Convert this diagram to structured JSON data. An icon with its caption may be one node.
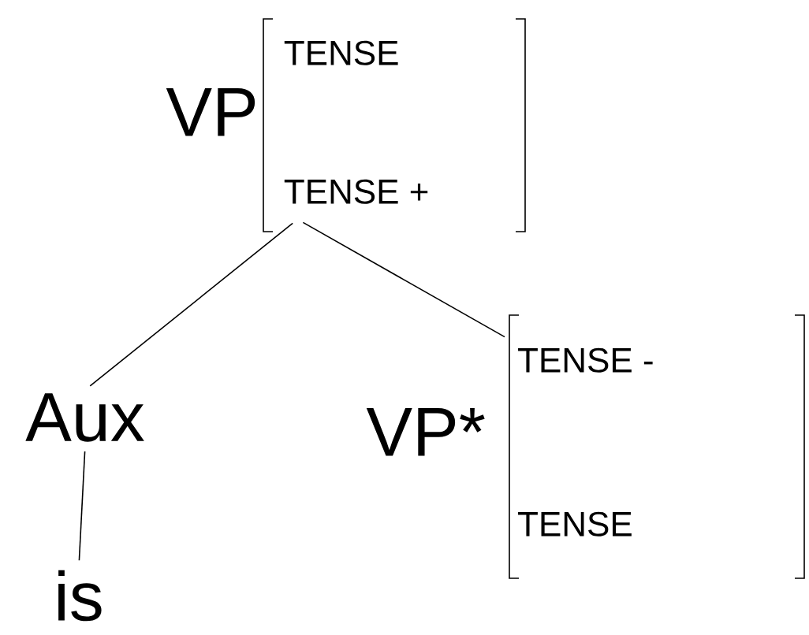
{
  "diagram": {
    "nodes": [
      {
        "text": [
          "VP",
          "TENSE",
          "TENSE +"
        ]
      },
      {
        "text": [
          "Aux"
        ]
      },
      {
        "text": [
          "VP*",
          "TENSE -",
          "TENSE"
        ]
      },
      {
        "text": [
          "is"
        ]
      }
    ],
    "edges": [
      {
        "from": 0,
        "to": 1,
        "arrow": "none"
      },
      {
        "from": 0,
        "to": 2,
        "arrow": "none"
      },
      {
        "from": 1,
        "to": 3,
        "arrow": "none"
      }
    ]
  }
}
